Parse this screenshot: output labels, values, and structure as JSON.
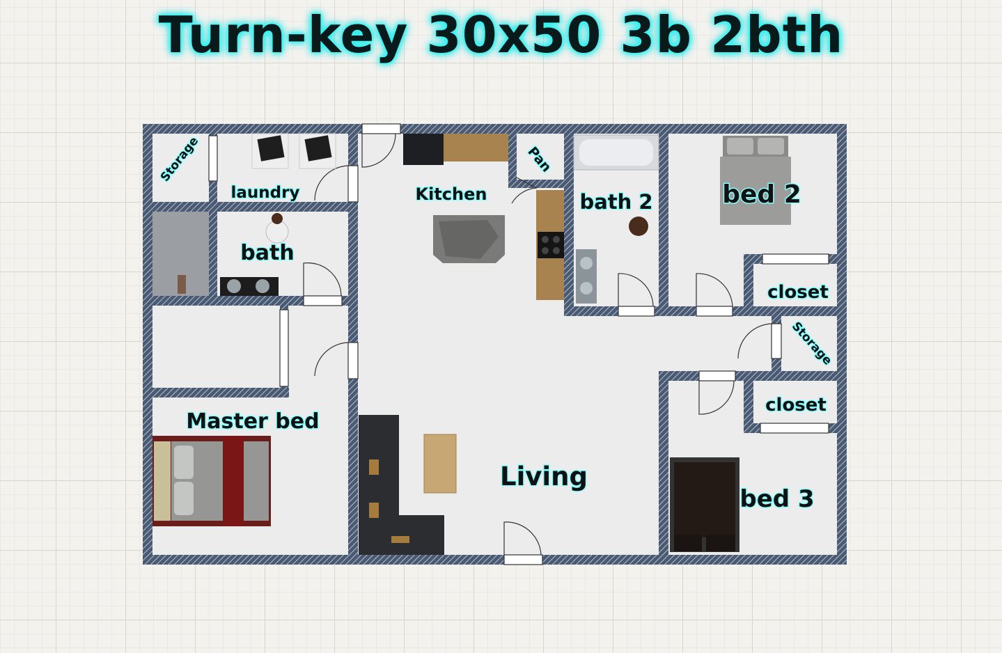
{
  "title": "Turn-key 30x50 3b 2bth",
  "rooms": {
    "storage_left": "Storage",
    "laundry": "laundry",
    "kitchen": "Kitchen",
    "pantry": "Pan",
    "bath2": "bath 2",
    "bed2": "bed 2",
    "bath": "bath",
    "closet_bed2": "closet",
    "storage_right": "Storage",
    "closet_bed3": "closet",
    "master": "Master bed",
    "living": "Living",
    "bed3": "bed 3"
  },
  "colors": {
    "wall": "#3d4c63",
    "floor": "#ececec",
    "label_glow": "#66ffff"
  }
}
